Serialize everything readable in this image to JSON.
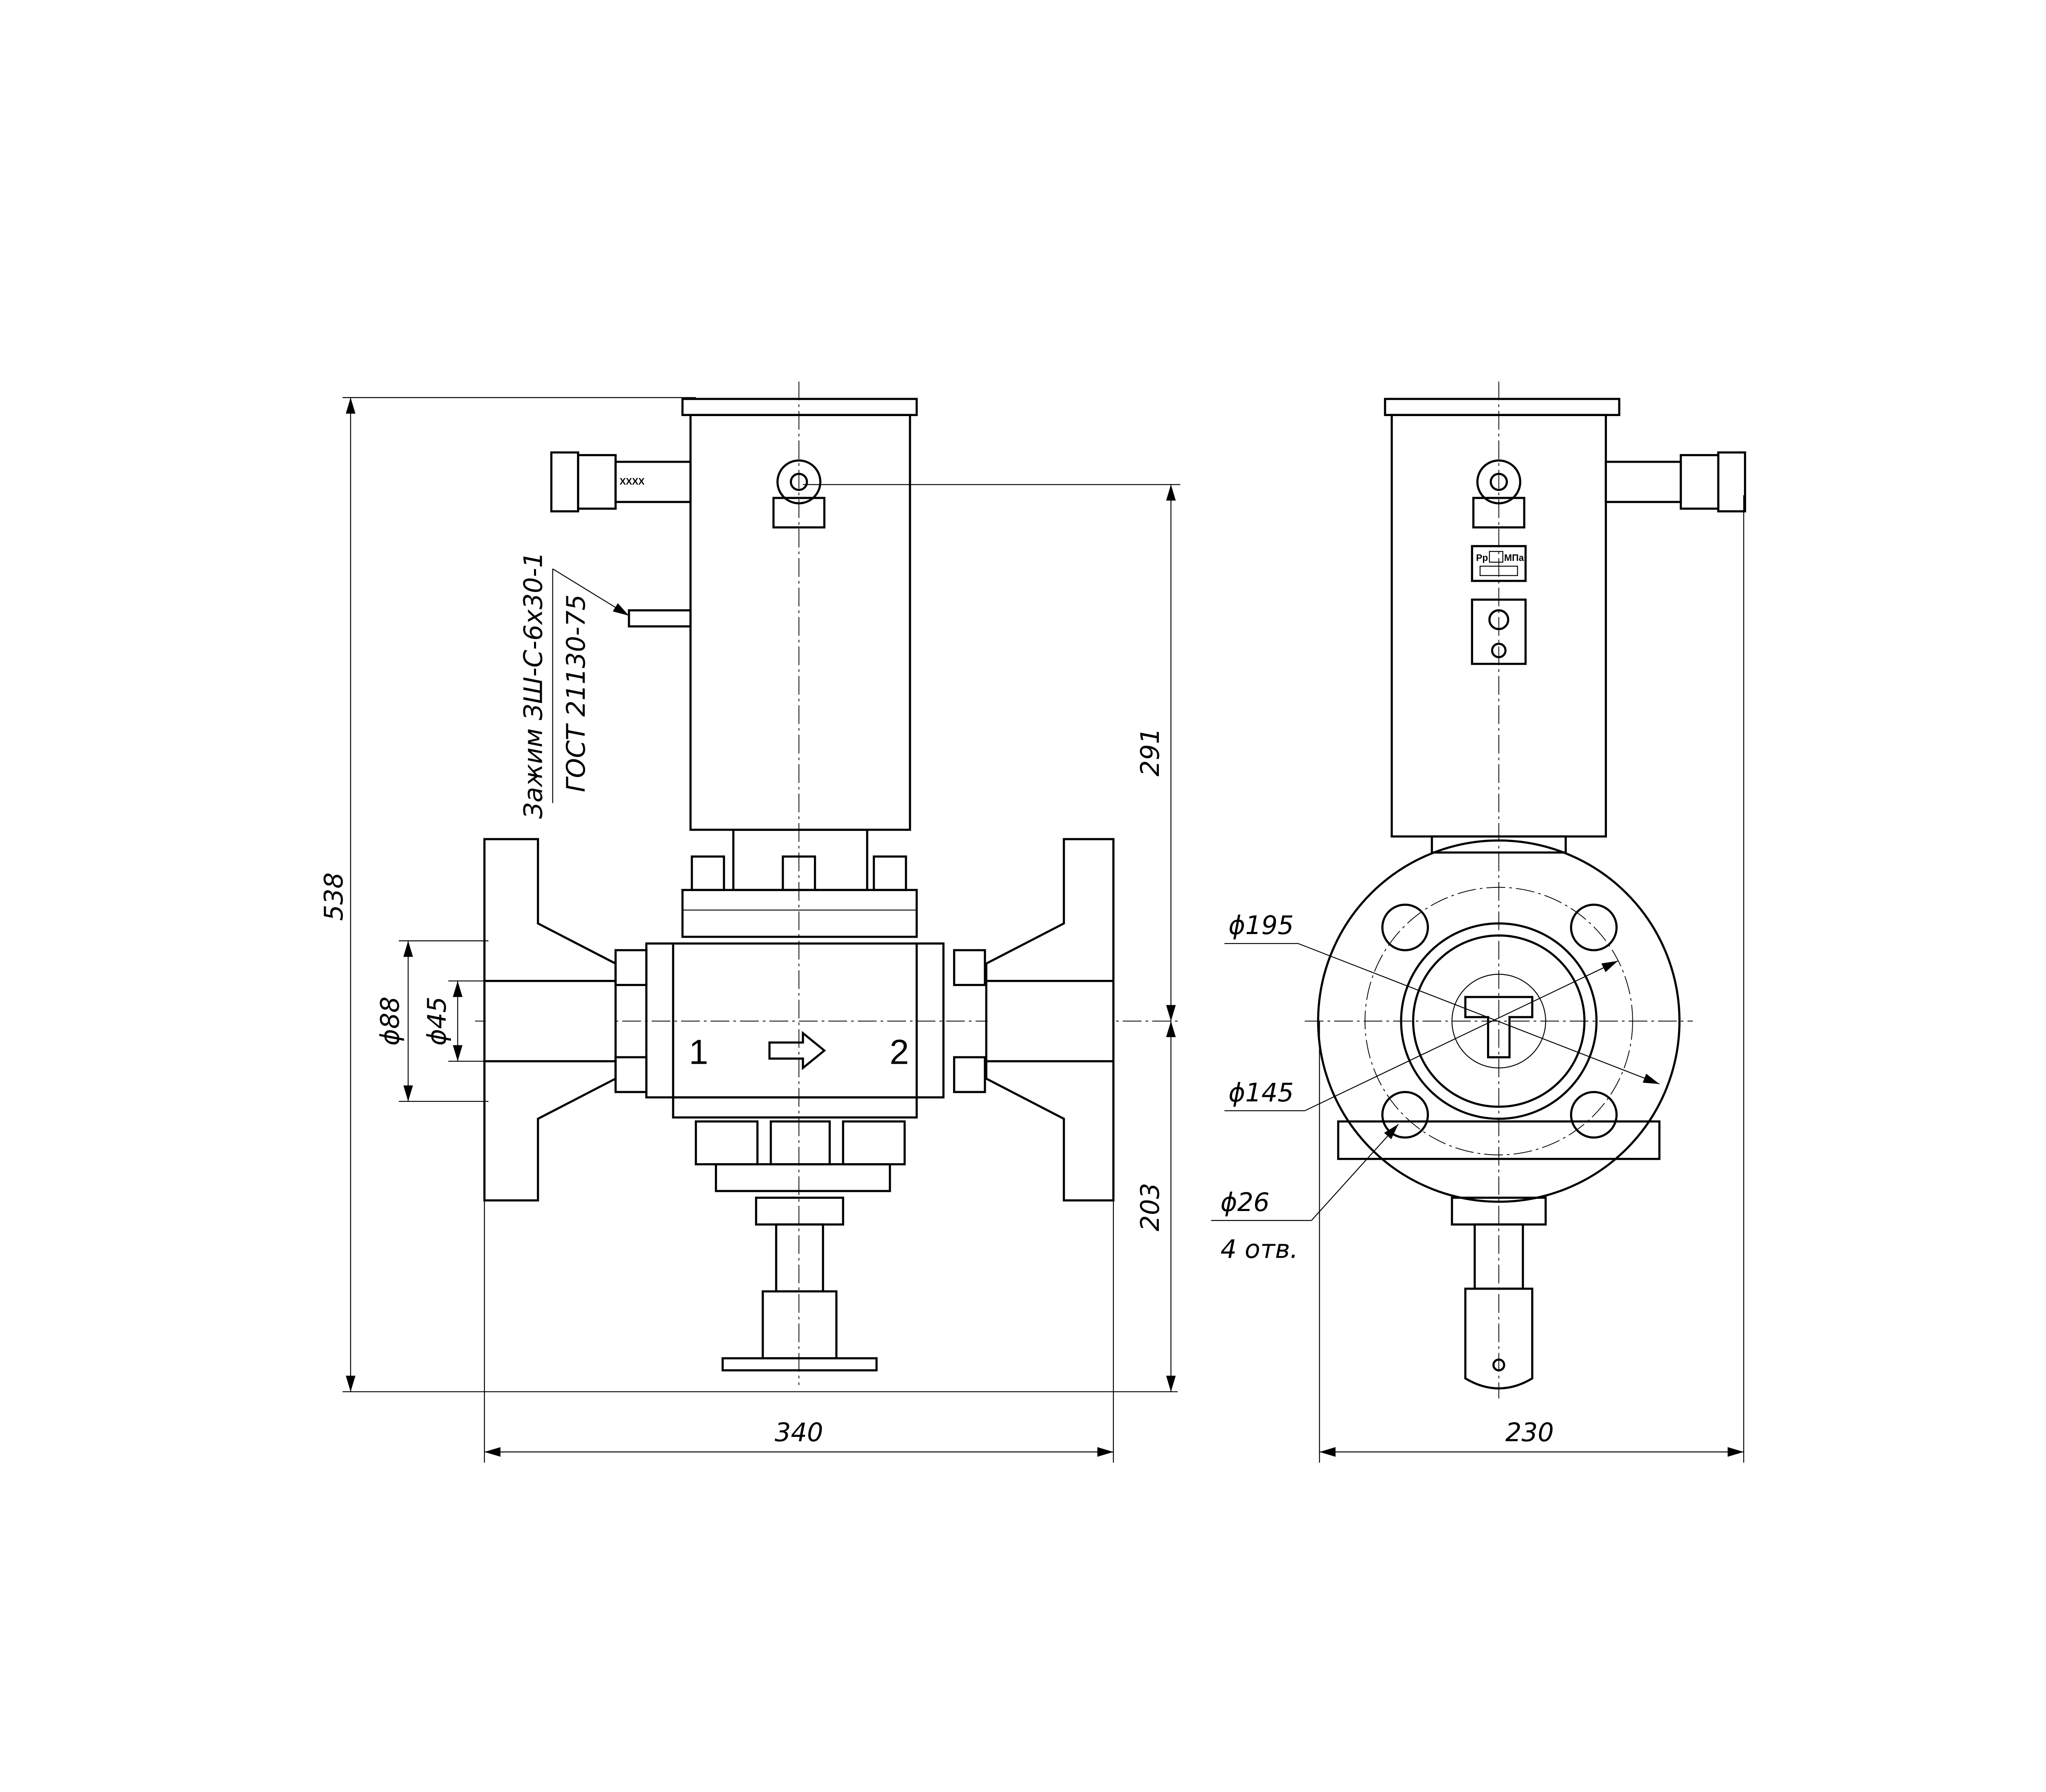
{
  "dimensions": {
    "overall_height": "538",
    "top_to_axis": "291",
    "axis_to_bottom": "203",
    "face_to_face": "340",
    "side_width": "230",
    "flange_bore_outer": "ϕ88",
    "bore": "ϕ45",
    "flange_outer": "ϕ195",
    "bolt_circle": "ϕ145",
    "bolt_hole": "ϕ26",
    "bolt_hole_count": "4 отв."
  },
  "callout": {
    "line1": "Зажим ЗШ-С-6х30-1",
    "line2": "ГОСТ 21130-75"
  },
  "ports": {
    "inlet": "1",
    "outlet": "2"
  },
  "nameplate": {
    "pressure_label": "Pр",
    "unit": "МПа"
  }
}
